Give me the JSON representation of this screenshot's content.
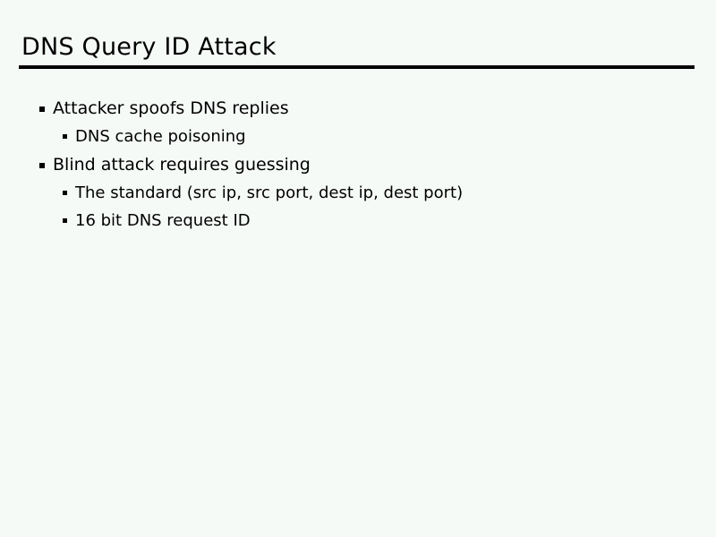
{
  "slide": {
    "title": "DNS Query ID Attack",
    "background_color": "#f6faf7",
    "text_color": "#000000",
    "rule_color": "#000000",
    "bullets": [
      {
        "level": 1,
        "marker": "square-bullet",
        "text": "Attacker spoofs DNS replies"
      },
      {
        "level": 2,
        "marker": "square-bullet",
        "text": "DNS cache poisoning"
      },
      {
        "level": 1,
        "marker": "square-bullet",
        "text": "Blind attack requires guessing"
      },
      {
        "level": 2,
        "marker": "square-bullet",
        "text": "The standard (src ip, src port, dest ip, dest port)"
      },
      {
        "level": 2,
        "marker": "square-bullet",
        "text": "16 bit DNS request ID"
      }
    ]
  }
}
